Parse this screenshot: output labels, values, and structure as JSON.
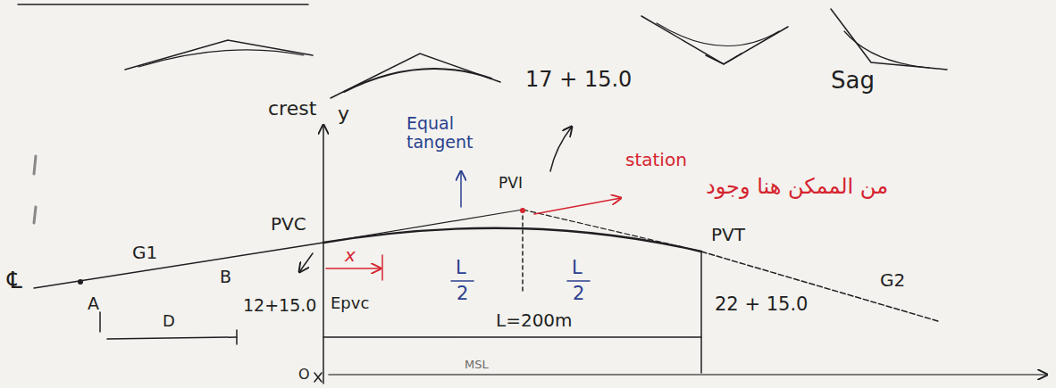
{
  "diagram": {
    "labels": [
      "crest",
      "y",
      "Equal tangent",
      "17 + 15.0",
      "PVI",
      "station",
      "من الممكن هنا وجود",
      "Sag",
      "PVC",
      "G1",
      "PVT",
      "G2",
      "℄",
      "A",
      "B",
      "D",
      "12+15.0",
      "Epvc",
      "x",
      "L",
      "2",
      "L",
      "2",
      "L=200m",
      "22 + 15.0",
      "O",
      "MSL"
    ]
  }
}
